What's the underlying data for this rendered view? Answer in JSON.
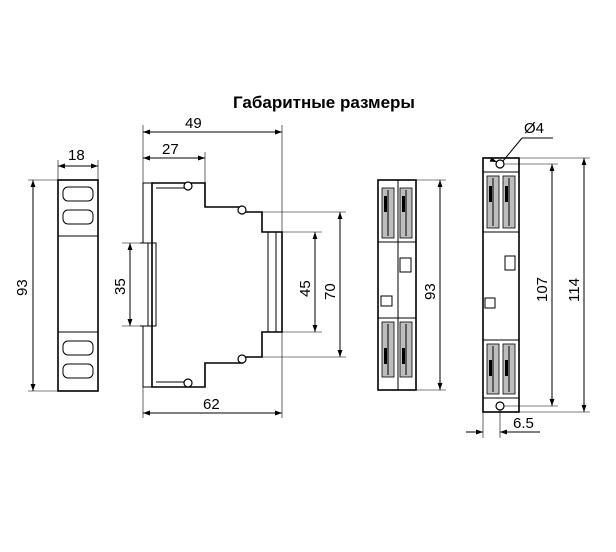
{
  "title": "Габаритные размеры",
  "dimensions": {
    "width_front": "18",
    "height_front": "93",
    "overall_depth": "49",
    "depth_upper": "27",
    "rail_gap": "35",
    "height_inner": "45",
    "height_mid": "70",
    "base_depth": "62",
    "height_back": "93",
    "hole_diameter": "Ø4",
    "hole_spacing": "107",
    "height_mount": "114",
    "offset": "6.5"
  }
}
